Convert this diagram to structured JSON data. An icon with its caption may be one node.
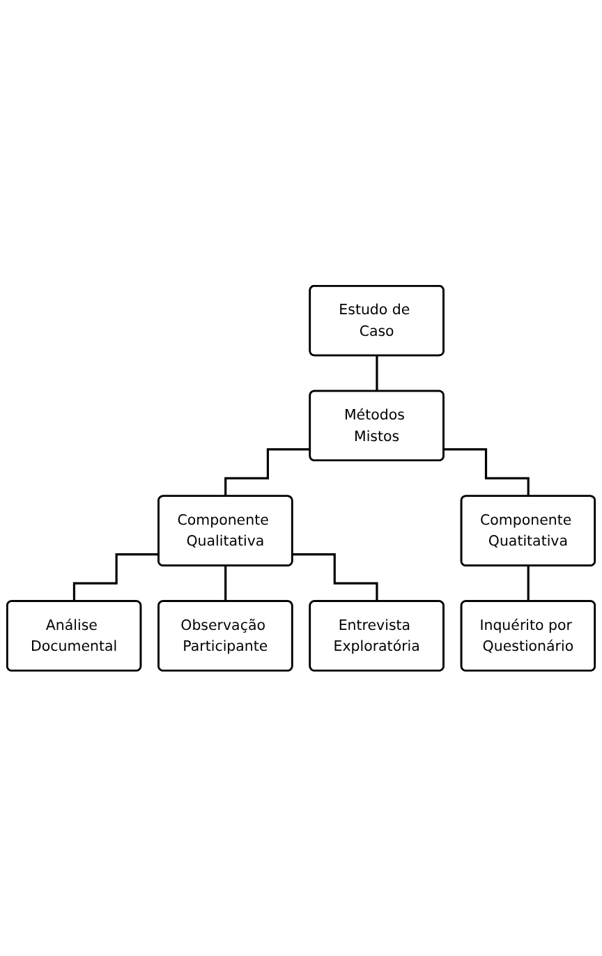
{
  "diagram": {
    "nodes": [
      {
        "text": [
          "Estudo de Caso"
        ]
      },
      {
        "text": [
          "Métodos Mistos"
        ]
      },
      {
        "text": [
          "Componente Qualitativa"
        ]
      },
      {
        "text": [
          "Componente Quatitativa"
        ]
      },
      {
        "text": [
          "Análise Documental"
        ]
      },
      {
        "text": [
          "Inquérito por Questionário"
        ]
      },
      {
        "text": [
          "Observação Participante"
        ]
      },
      {
        "text": [
          "Entrevista Exploratória"
        ]
      }
    ],
    "edges": [
      {
        "from": 0,
        "to": 1,
        "arrow": "none"
      },
      {
        "from": 1,
        "to": 2,
        "arrow": "none"
      },
      {
        "from": 1,
        "to": 3,
        "arrow": "none"
      },
      {
        "from": 2,
        "to": 4,
        "arrow": "none"
      },
      {
        "from": 3,
        "to": 5,
        "arrow": "none"
      },
      {
        "from": 2,
        "to": 6,
        "arrow": "none"
      },
      {
        "from": 2,
        "to": 7,
        "arrow": "none"
      }
    ]
  }
}
